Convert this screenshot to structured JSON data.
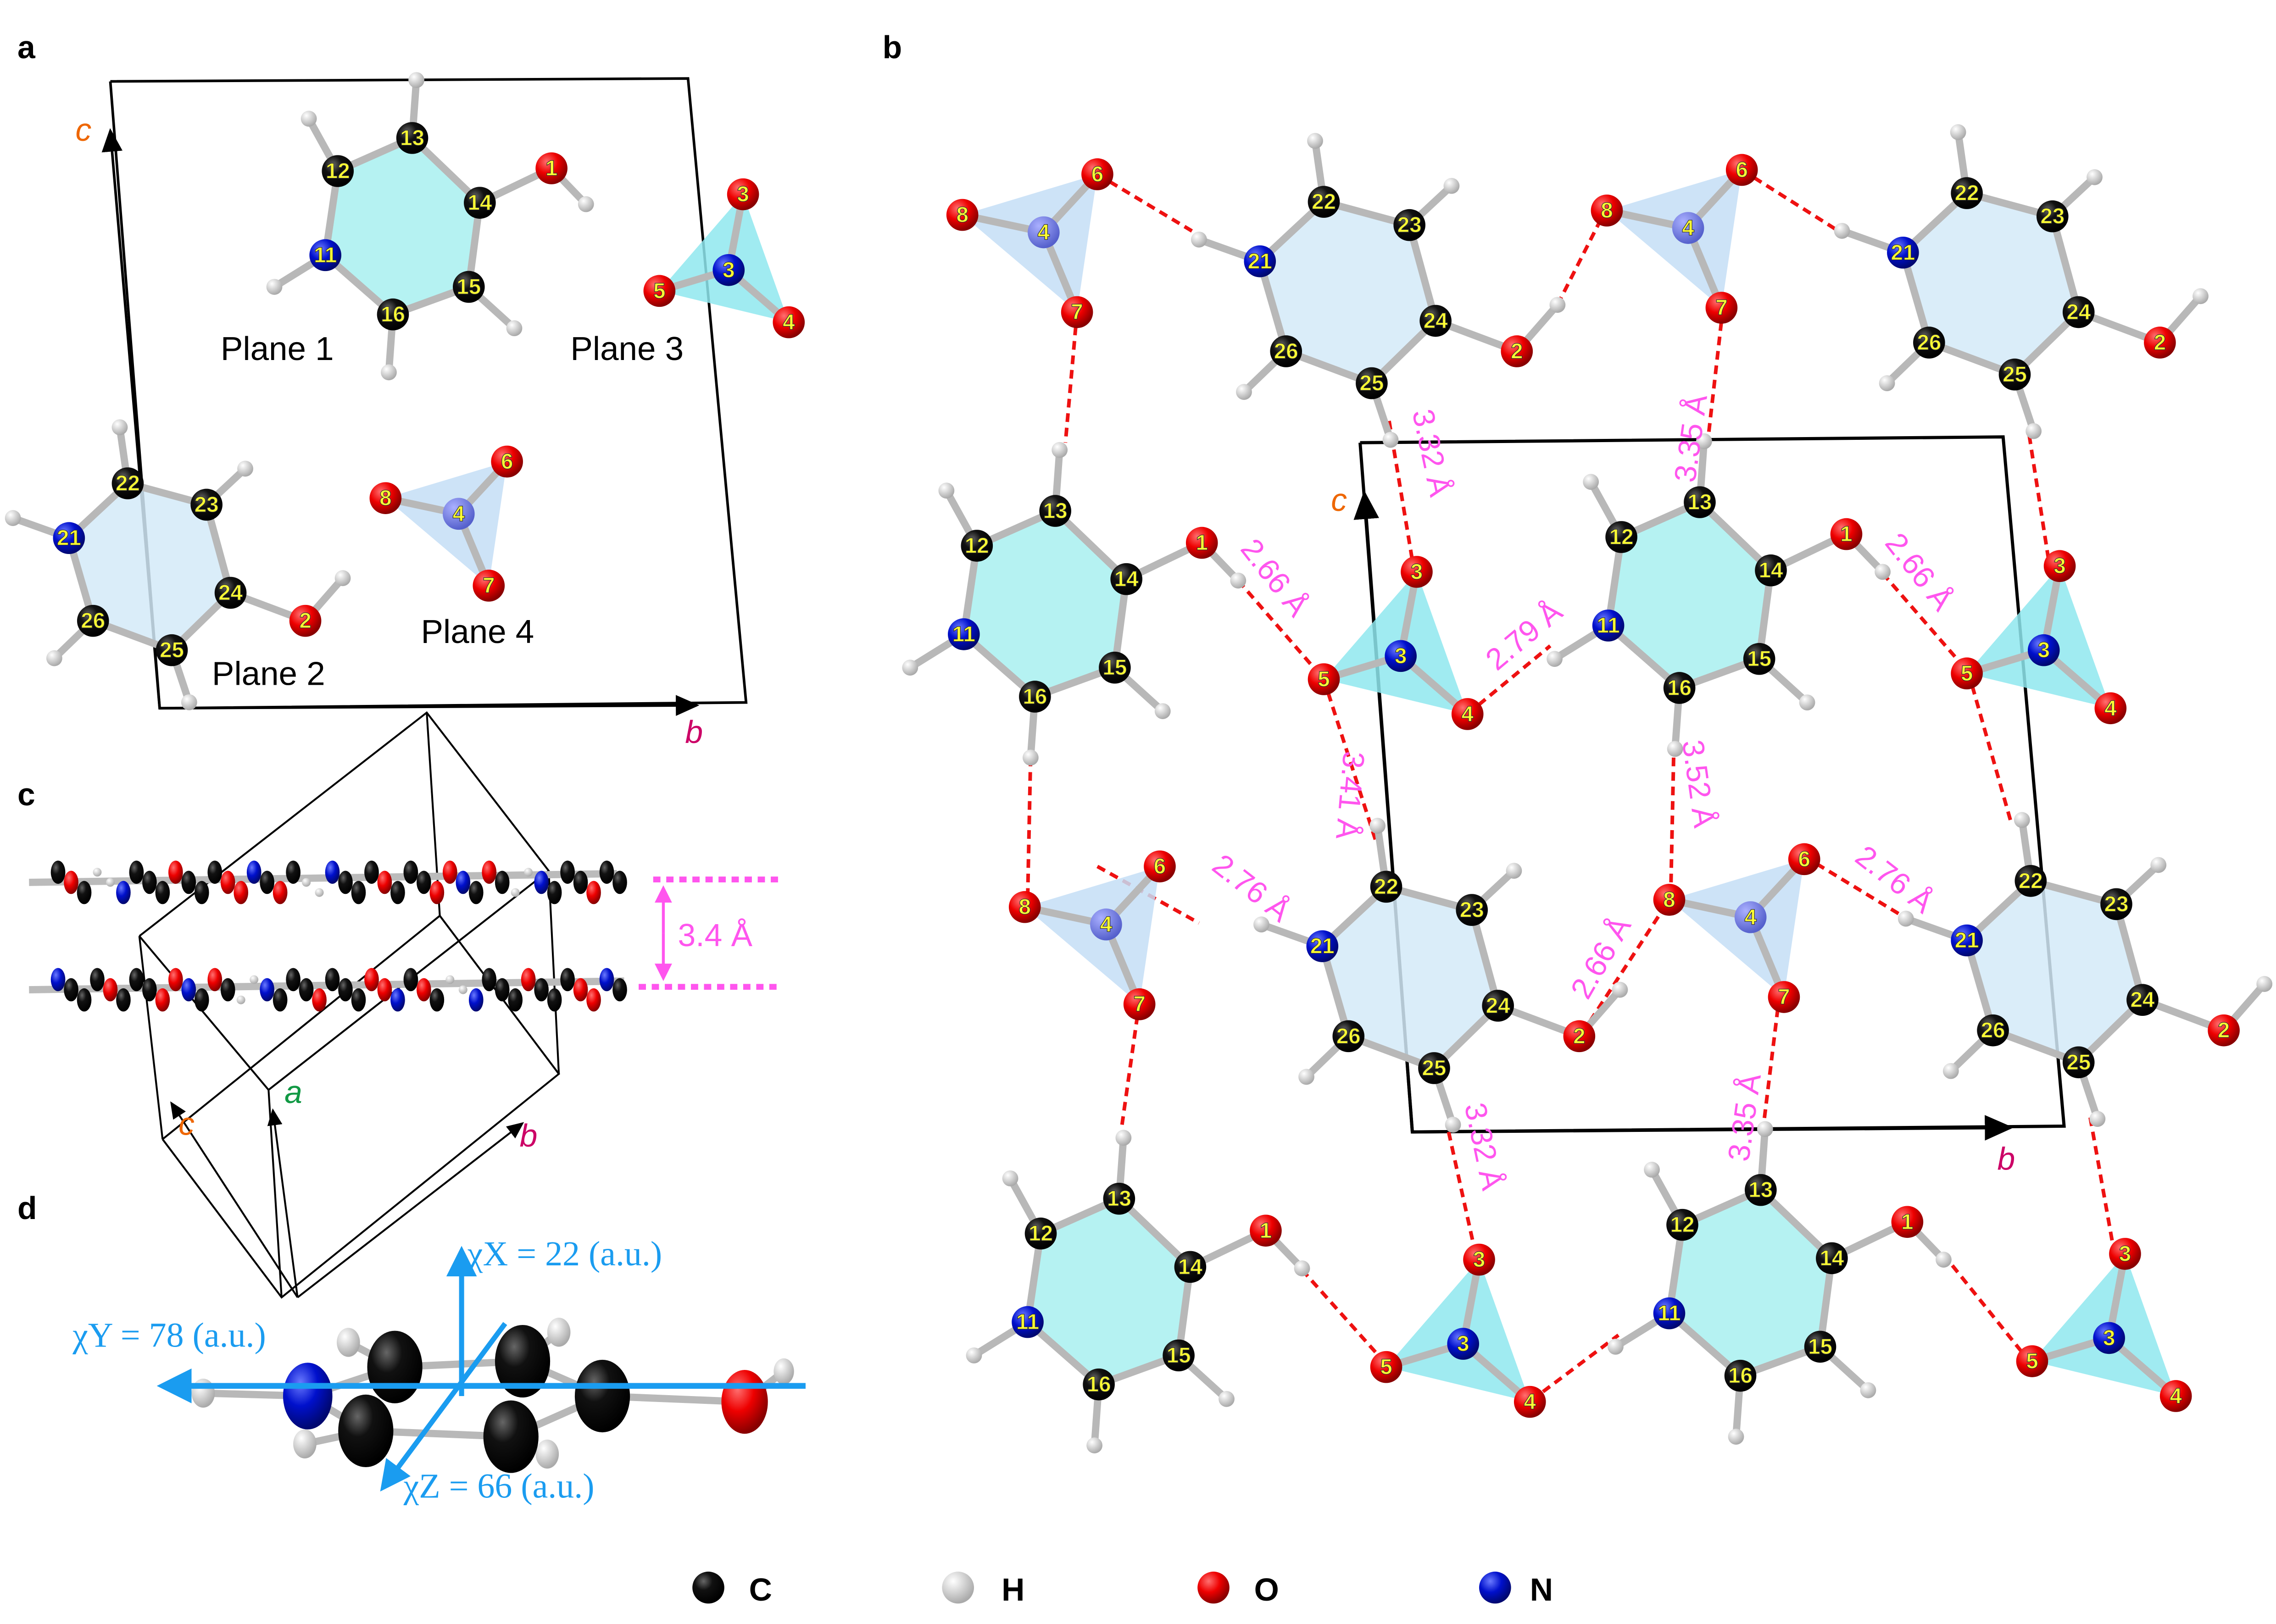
{
  "panels": {
    "a": "a",
    "b": "b",
    "c": "c",
    "d": "d"
  },
  "planes": [
    "Plane 1",
    "Plane 2",
    "Plane 3",
    "Plane 4"
  ],
  "mol1_labels": {
    "c13": "13",
    "c14": "14",
    "c15": "15",
    "c16": "16",
    "n11": "11",
    "c12": "12",
    "o1": "1"
  },
  "mol2_labels": {
    "c22": "22",
    "c23": "23",
    "c24": "24",
    "c25": "25",
    "c26": "26",
    "n21": "21",
    "o2": "2"
  },
  "nitrate3_labels": {
    "n3": "3",
    "o3": "3",
    "o5": "5",
    "o4": "4"
  },
  "nitrate4_labels": {
    "n4": "4",
    "o6": "6",
    "o8": "8",
    "o7": "7"
  },
  "axes": {
    "a": "a",
    "b": "b",
    "c": "c"
  },
  "axis_colors": {
    "a": "#119944",
    "b": "#cc0066",
    "c": "#ee6600"
  },
  "distances": [
    "2.66 Å",
    "2.66 Å",
    "2.66 Å",
    "2.79 Å",
    "3.32 Å",
    "3.32 Å",
    "3.35 Å",
    "3.35 Å",
    "3.41 Å",
    "3.52 Å",
    "2.76 Å",
    "2.76 Å"
  ],
  "stacking_distance": "3.4 Å",
  "susceptibility": {
    "x": "χX = 22 (a.u.)",
    "y": "χY = 78 (a.u.)",
    "z": "χZ = 66 (a.u.)"
  },
  "legend": [
    {
      "symbol": "C",
      "color": "#000000"
    },
    {
      "symbol": "H",
      "color": "#e0e0e0"
    },
    {
      "symbol": "O",
      "color": "#e00000"
    },
    {
      "symbol": "N",
      "color": "#0010cc"
    }
  ],
  "colors": {
    "hbond": "#ee1111",
    "distance": "#ff55ee",
    "chi": "#1a9cf0",
    "ring1": "#a8f0f0",
    "ring2": "#d4eaf8"
  }
}
